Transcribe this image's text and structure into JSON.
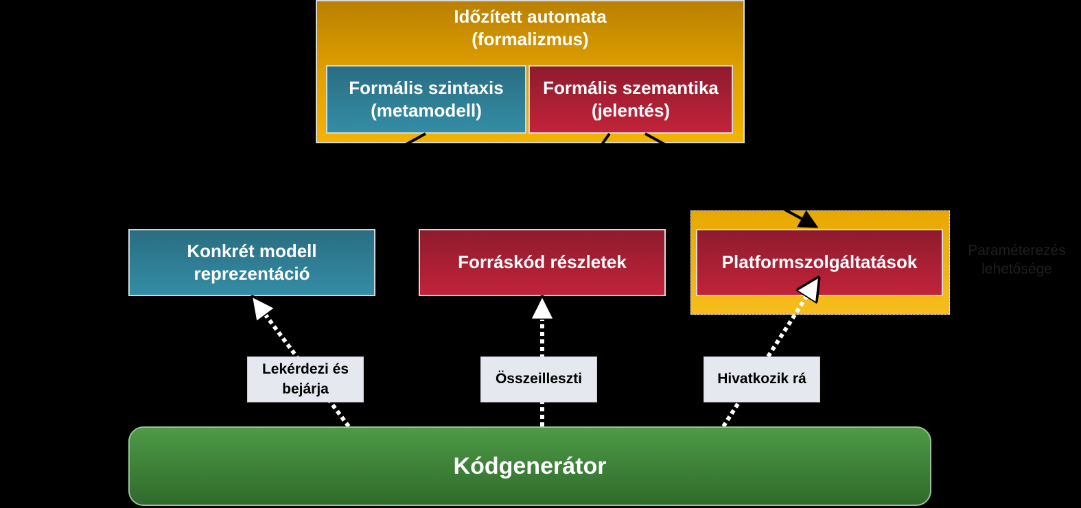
{
  "formalism": {
    "title": "Időzített automata\n(formalizmus)",
    "syntax": "Formális szintaxis\n(metamodell)",
    "semantics": "Formális szemantika\n(jelentés)"
  },
  "targets": {
    "concrete_model": "Konkrét modell\nreprezentáció",
    "source_details": "Forráskód részletek",
    "platform_services": "Platformszolgáltatások",
    "parametrization_note": "Paraméterezés\nlehetősége"
  },
  "relations": {
    "queries": "Lekérdezi és\nbejárja",
    "assembles": "Összeilleszti",
    "references": "Hivatkozik rá"
  },
  "generator": {
    "label": "Kódgenerátor"
  },
  "colors": {
    "background": "#000000",
    "formalism": "#e0a000",
    "syntax_teal": "#338da5",
    "semantics_red": "#c2233a",
    "generator_green": "#3f8439",
    "label_bg": "#e6e8ef"
  }
}
